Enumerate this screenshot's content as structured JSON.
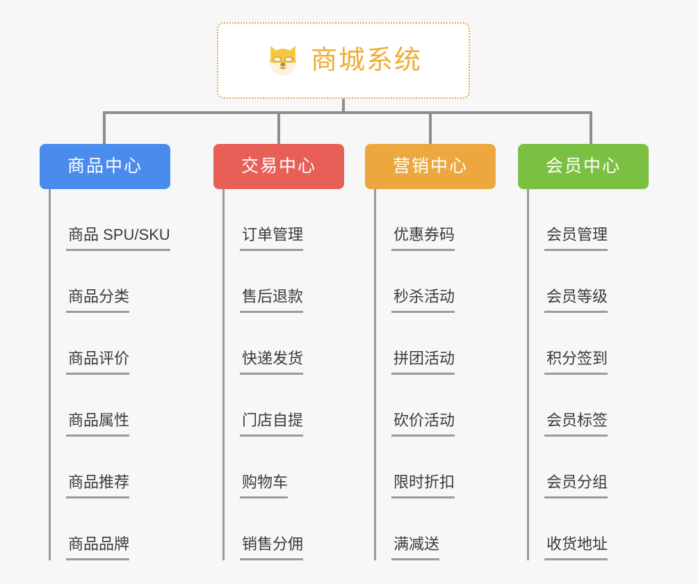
{
  "page": {
    "background": "#f7f7f7",
    "connector_color": "#8d8d8d",
    "leaf_line_color": "#9a9a9a",
    "leaf_text_color": "#3a3a3a"
  },
  "root": {
    "title": "商城系统",
    "icon": "shiba-dog-face-icon",
    "border_color": "#e8a33d",
    "text_color": "#f0ad34",
    "background": "#ffffff"
  },
  "columns": [
    {
      "id": "product-center",
      "label": "商品中心",
      "color": "#4a8ced",
      "leaves": [
        "商品 SPU/SKU",
        "商品分类",
        "商品评价",
        "商品属性",
        "商品推荐",
        "商品品牌"
      ]
    },
    {
      "id": "trade-center",
      "label": "交易中心",
      "color": "#e85f58",
      "leaves": [
        "订单管理",
        "售后退款",
        "快递发货",
        "门店自提",
        "购物车",
        "销售分佣"
      ]
    },
    {
      "id": "marketing-center",
      "label": "营销中心",
      "color": "#eca83f",
      "leaves": [
        "优惠券码",
        "秒杀活动",
        "拼团活动",
        "砍价活动",
        "限时折扣",
        "满减送"
      ]
    },
    {
      "id": "member-center",
      "label": "会员中心",
      "color": "#7cc043",
      "leaves": [
        "会员管理",
        "会员等级",
        "积分签到",
        "会员标签",
        "会员分组",
        "收货地址"
      ]
    }
  ]
}
